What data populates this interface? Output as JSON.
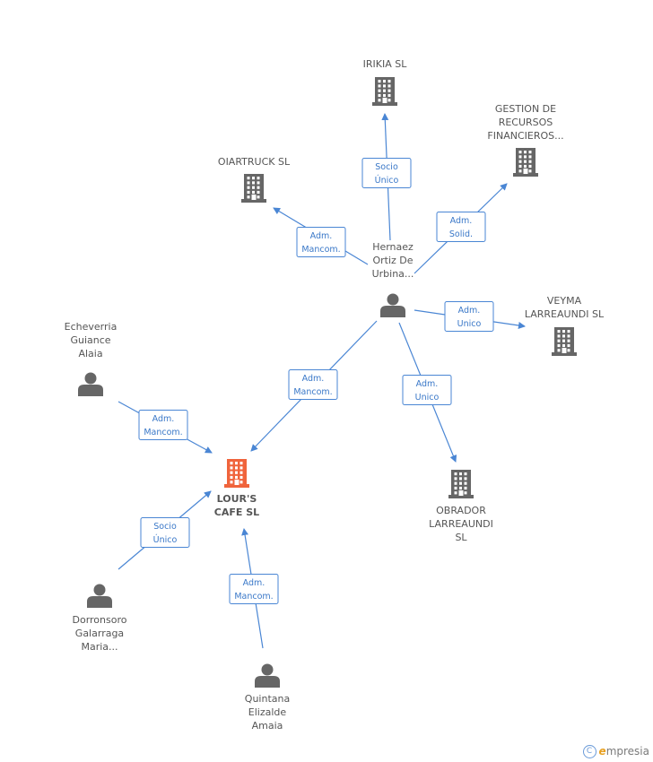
{
  "colors": {
    "company": "#666666",
    "company_focus": "#f0643c",
    "person": "#666666",
    "edge": "#4a86d4",
    "edge_text": "#3a78c8",
    "label": "#555555"
  },
  "nodes": [
    {
      "id": "lours",
      "type": "company",
      "focus": true,
      "label": [
        "LOUR'S",
        "CAFE SL"
      ]
    },
    {
      "id": "irikia",
      "type": "company",
      "label": [
        "IRIKIA SL"
      ]
    },
    {
      "id": "gestion",
      "type": "company",
      "label": [
        "GESTION DE",
        "RECURSOS",
        "FINANCIEROS..."
      ]
    },
    {
      "id": "oiartruck",
      "type": "company",
      "label": [
        "OIARTRUCK SL"
      ]
    },
    {
      "id": "veyma",
      "type": "company",
      "label": [
        "VEYMA",
        "LARREAUNDI SL"
      ]
    },
    {
      "id": "obrador",
      "type": "company",
      "label": [
        "OBRADOR",
        "LARREAUNDI",
        "SL"
      ]
    },
    {
      "id": "hernaez",
      "type": "person",
      "label": [
        "Hernaez",
        "Ortiz De",
        "Urbina..."
      ]
    },
    {
      "id": "echeverria",
      "type": "person",
      "label": [
        "Echeverria",
        "Guiance",
        "Alaia"
      ]
    },
    {
      "id": "dorronsoro",
      "type": "person",
      "label": [
        "Dorronsoro",
        "Galarraga",
        "Maria..."
      ]
    },
    {
      "id": "quintana",
      "type": "person",
      "label": [
        "Quintana",
        "Elizalde",
        "Amaia"
      ]
    }
  ],
  "edges": [
    {
      "from": "hernaez",
      "to": "irikia",
      "label": [
        "Socio",
        "Único"
      ]
    },
    {
      "from": "hernaez",
      "to": "gestion",
      "label": [
        "Adm.",
        "Solid."
      ]
    },
    {
      "from": "hernaez",
      "to": "oiartruck",
      "label": [
        "Adm.",
        "Mancom."
      ]
    },
    {
      "from": "hernaez",
      "to": "veyma",
      "label": [
        "Adm.",
        "Unico"
      ]
    },
    {
      "from": "hernaez",
      "to": "obrador",
      "label": [
        "Adm.",
        "Unico"
      ]
    },
    {
      "from": "hernaez",
      "to": "lours",
      "label": [
        "Adm.",
        "Mancom."
      ]
    },
    {
      "from": "echeverria",
      "to": "lours",
      "label": [
        "Adm.",
        "Mancom."
      ]
    },
    {
      "from": "dorronsoro",
      "to": "lours",
      "label": [
        "Socio",
        "Único"
      ]
    },
    {
      "from": "quintana",
      "to": "lours",
      "label": [
        "Adm.",
        "Mancom."
      ]
    }
  ],
  "brand": {
    "symbol": "C",
    "initial": "e",
    "rest": "mpresia"
  }
}
